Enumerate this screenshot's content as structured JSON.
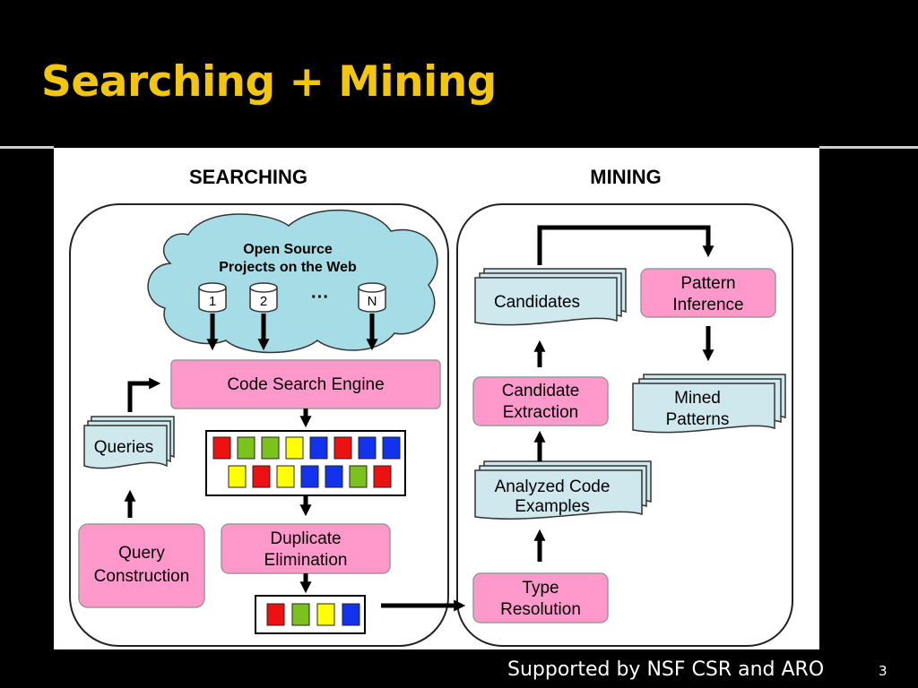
{
  "slide": {
    "title": "Searching + Mining",
    "footer": "Supported by NSF CSR and ARO",
    "page_number": "3"
  },
  "diagram": {
    "searching_label": "SEARCHING",
    "mining_label": "MINING",
    "cloud": {
      "line1": "Open Source",
      "line2": "Projects on the Web"
    },
    "repos": [
      "1",
      "2",
      "N"
    ],
    "ellipsis": "···",
    "code_search_engine": "Code Search Engine",
    "queries": "Queries",
    "query_construction": {
      "line1": "Query",
      "line2": "Construction"
    },
    "duplicate_elimination": {
      "line1": "Duplicate",
      "line2": "Elimination"
    },
    "type_resolution": {
      "line1": "Type",
      "line2": "Resolution"
    },
    "analyzed_code_examples": {
      "line1": "Analyzed Code",
      "line2": "Examples"
    },
    "candidate_extraction": {
      "line1": "Candidate",
      "line2": "Extraction"
    },
    "candidates": "Candidates",
    "pattern_inference": {
      "line1": "Pattern",
      "line2": "Inference"
    },
    "mined_patterns": {
      "line1": "Mined",
      "line2": "Patterns"
    },
    "result_row1": [
      "red",
      "green",
      "green",
      "yellow",
      "blue",
      "red",
      "blue",
      "blue"
    ],
    "result_row2": [
      "yellow",
      "red",
      "yellow",
      "blue",
      "blue",
      "green",
      "red"
    ],
    "dedup_row": [
      "red",
      "green",
      "yellow",
      "blue"
    ],
    "colors": {
      "red": "#ee1111",
      "green": "#7cc21e",
      "yellow": "#ffff00",
      "blue": "#1133ee",
      "pink": "#ff99cc",
      "lightblue": "#cfe8ee",
      "title": "#f2c511"
    }
  }
}
